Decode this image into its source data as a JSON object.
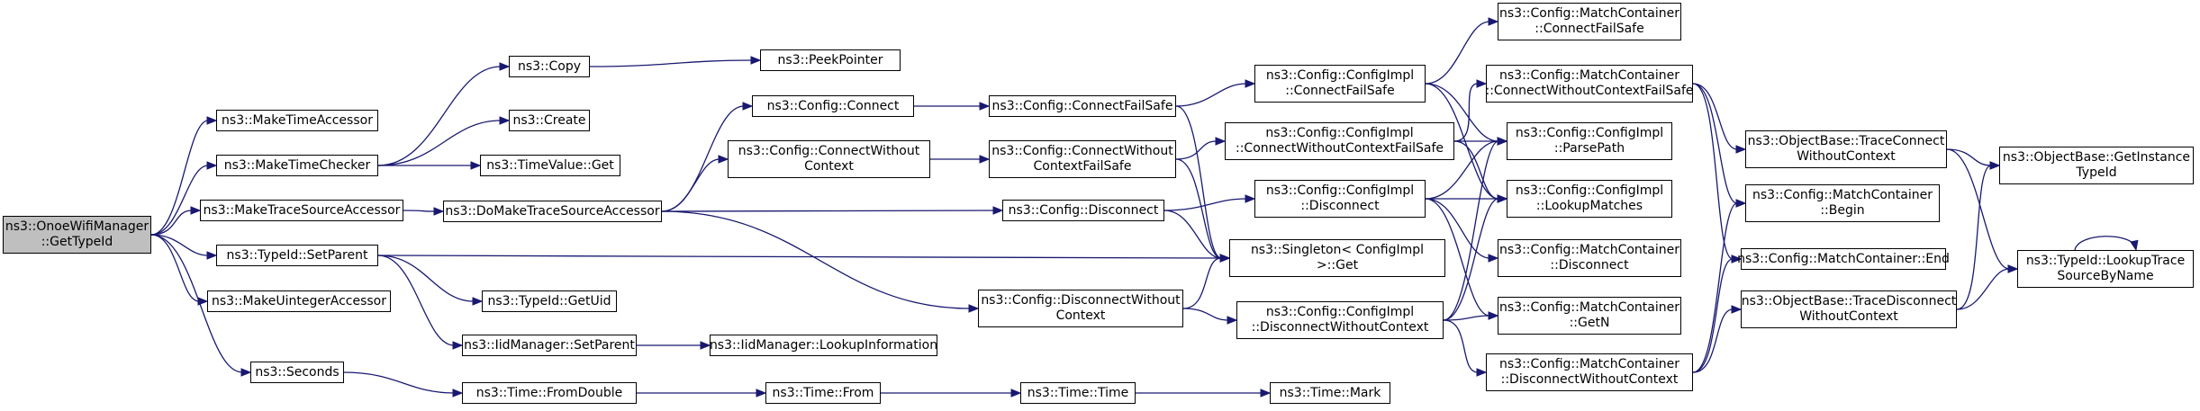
{
  "diagram": {
    "type": "call-graph",
    "edge_color": "#191970",
    "root_fill": "#bfbfbf",
    "nodes": [
      {
        "id": "root",
        "label": "ns3::OnoeWifiManager\n::GetTypeId",
        "root": true
      },
      {
        "id": "makeTimeAccessor",
        "label": "ns3::MakeTimeAccessor"
      },
      {
        "id": "makeTimeChecker",
        "label": "ns3::MakeTimeChecker"
      },
      {
        "id": "makeTraceSourceAccessor",
        "label": "ns3::MakeTraceSourceAccessor"
      },
      {
        "id": "typeIdSetParent",
        "label": "ns3::TypeId::SetParent"
      },
      {
        "id": "makeUintegerAccessor",
        "label": "ns3::MakeUintegerAccessor"
      },
      {
        "id": "seconds",
        "label": "ns3::Seconds"
      },
      {
        "id": "copy",
        "label": "ns3::Copy"
      },
      {
        "id": "create",
        "label": "ns3::Create"
      },
      {
        "id": "timeValueGet",
        "label": "ns3::TimeValue::Get"
      },
      {
        "id": "doMakeTraceSourceAccessor",
        "label": "ns3::DoMakeTraceSourceAccessor"
      },
      {
        "id": "typeIdGetUid",
        "label": "ns3::TypeId::GetUid"
      },
      {
        "id": "iidSetParent",
        "label": "ns3::IidManager::SetParent"
      },
      {
        "id": "timeFromDouble",
        "label": "ns3::Time::FromDouble"
      },
      {
        "id": "peekPointer",
        "label": "ns3::PeekPointer"
      },
      {
        "id": "configConnect",
        "label": "ns3::Config::Connect"
      },
      {
        "id": "configConnectWithoutContext",
        "label": "ns3::Config::ConnectWithout\nContext"
      },
      {
        "id": "iidLookupInformation",
        "label": "ns3::IidManager::LookupInformation"
      },
      {
        "id": "timeFrom",
        "label": "ns3::Time::From"
      },
      {
        "id": "configConnectFailSafe",
        "label": "ns3::Config::ConnectFailSafe"
      },
      {
        "id": "configConnectWithoutContextFailSafe",
        "label": "ns3::Config::ConnectWithout\nContextFailSafe"
      },
      {
        "id": "configDisconnect",
        "label": "ns3::Config::Disconnect"
      },
      {
        "id": "configDisconnectWithoutContext",
        "label": "ns3::Config::DisconnectWithout\nContext"
      },
      {
        "id": "timeTime",
        "label": "ns3::Time::Time"
      },
      {
        "id": "implConnectFailSafe",
        "label": "ns3::Config::ConfigImpl\n::ConnectFailSafe"
      },
      {
        "id": "implConnectWithoutContextFailSafe",
        "label": "ns3::Config::ConfigImpl\n::ConnectWithoutContextFailSafe"
      },
      {
        "id": "implDisconnect",
        "label": "ns3::Config::ConfigImpl\n::Disconnect"
      },
      {
        "id": "singletonGet",
        "label": "ns3::Singleton< ConfigImpl\n>::Get"
      },
      {
        "id": "implDisconnectWithoutContext",
        "label": "ns3::Config::ConfigImpl\n::DisconnectWithoutContext"
      },
      {
        "id": "timeMark",
        "label": "ns3::Time::Mark"
      },
      {
        "id": "mcConnectFailSafe",
        "label": "ns3::Config::MatchContainer\n::ConnectFailSafe"
      },
      {
        "id": "mcConnectWithoutContextFailSafe",
        "label": "ns3::Config::MatchContainer\n::ConnectWithoutContextFailSafe"
      },
      {
        "id": "implParsePath",
        "label": "ns3::Config::ConfigImpl\n::ParsePath"
      },
      {
        "id": "implLookupMatches",
        "label": "ns3::Config::ConfigImpl\n::LookupMatches"
      },
      {
        "id": "mcDisconnect",
        "label": "ns3::Config::MatchContainer\n::Disconnect"
      },
      {
        "id": "mcGetN",
        "label": "ns3::Config::MatchContainer\n::GetN"
      },
      {
        "id": "mcDisconnectWithoutContext",
        "label": "ns3::Config::MatchContainer\n::DisconnectWithoutContext"
      },
      {
        "id": "obTraceConnectWithoutContext",
        "label": "ns3::ObjectBase::TraceConnect\nWithoutContext"
      },
      {
        "id": "mcBegin",
        "label": "ns3::Config::MatchContainer\n::Begin"
      },
      {
        "id": "mcEnd",
        "label": "ns3::Config::MatchContainer::End"
      },
      {
        "id": "obTraceDisconnectWithoutContext",
        "label": "ns3::ObjectBase::TraceDisconnect\nWithoutContext"
      },
      {
        "id": "obGetInstanceTypeId",
        "label": "ns3::ObjectBase::GetInstance\nTypeId"
      },
      {
        "id": "typeIdLookupTraceSourceByName",
        "label": "ns3::TypeId::LookupTrace\nSourceByName"
      }
    ],
    "edges": [
      [
        "root",
        "makeTimeAccessor"
      ],
      [
        "root",
        "makeTimeChecker"
      ],
      [
        "root",
        "makeTraceSourceAccessor"
      ],
      [
        "root",
        "typeIdSetParent"
      ],
      [
        "root",
        "makeUintegerAccessor"
      ],
      [
        "root",
        "seconds"
      ],
      [
        "makeTimeChecker",
        "copy"
      ],
      [
        "makeTimeChecker",
        "create"
      ],
      [
        "makeTimeChecker",
        "timeValueGet"
      ],
      [
        "copy",
        "peekPointer"
      ],
      [
        "makeTraceSourceAccessor",
        "doMakeTraceSourceAccessor"
      ],
      [
        "doMakeTraceSourceAccessor",
        "configConnect"
      ],
      [
        "doMakeTraceSourceAccessor",
        "configConnectWithoutContext"
      ],
      [
        "doMakeTraceSourceAccessor",
        "configDisconnect"
      ],
      [
        "doMakeTraceSourceAccessor",
        "configDisconnectWithoutContext"
      ],
      [
        "typeIdSetParent",
        "typeIdGetUid"
      ],
      [
        "typeIdSetParent",
        "iidSetParent"
      ],
      [
        "typeIdSetParent",
        "singletonGet"
      ],
      [
        "iidSetParent",
        "iidLookupInformation"
      ],
      [
        "seconds",
        "timeFromDouble"
      ],
      [
        "timeFromDouble",
        "timeFrom"
      ],
      [
        "timeFrom",
        "timeTime"
      ],
      [
        "timeTime",
        "timeMark"
      ],
      [
        "configConnect",
        "configConnectFailSafe"
      ],
      [
        "configConnectWithoutContext",
        "configConnectWithoutContextFailSafe"
      ],
      [
        "configConnectFailSafe",
        "implConnectFailSafe"
      ],
      [
        "configConnectFailSafe",
        "singletonGet"
      ],
      [
        "configConnectWithoutContextFailSafe",
        "implConnectWithoutContextFailSafe"
      ],
      [
        "configConnectWithoutContextFailSafe",
        "singletonGet"
      ],
      [
        "configDisconnect",
        "implDisconnect"
      ],
      [
        "configDisconnect",
        "singletonGet"
      ],
      [
        "configDisconnectWithoutContext",
        "singletonGet"
      ],
      [
        "configDisconnectWithoutContext",
        "implDisconnectWithoutContext"
      ],
      [
        "implConnectFailSafe",
        "mcConnectFailSafe"
      ],
      [
        "implConnectFailSafe",
        "implParsePath"
      ],
      [
        "implConnectFailSafe",
        "implLookupMatches"
      ],
      [
        "implConnectWithoutContextFailSafe",
        "mcConnectWithoutContextFailSafe"
      ],
      [
        "implConnectWithoutContextFailSafe",
        "implParsePath"
      ],
      [
        "implConnectWithoutContextFailSafe",
        "implLookupMatches"
      ],
      [
        "implDisconnect",
        "implParsePath"
      ],
      [
        "implDisconnect",
        "implLookupMatches"
      ],
      [
        "implDisconnect",
        "mcDisconnect"
      ],
      [
        "implDisconnect",
        "mcGetN"
      ],
      [
        "implDisconnectWithoutContext",
        "implParsePath"
      ],
      [
        "implDisconnectWithoutContext",
        "implLookupMatches"
      ],
      [
        "implDisconnectWithoutContext",
        "mcGetN"
      ],
      [
        "implDisconnectWithoutContext",
        "mcDisconnectWithoutContext"
      ],
      [
        "mcConnectWithoutContextFailSafe",
        "obTraceConnectWithoutContext"
      ],
      [
        "mcConnectWithoutContextFailSafe",
        "mcBegin"
      ],
      [
        "mcConnectWithoutContextFailSafe",
        "mcEnd"
      ],
      [
        "mcDisconnectWithoutContext",
        "mcBegin"
      ],
      [
        "mcDisconnectWithoutContext",
        "mcEnd"
      ],
      [
        "mcDisconnectWithoutContext",
        "obTraceDisconnectWithoutContext"
      ],
      [
        "obTraceConnectWithoutContext",
        "obGetInstanceTypeId"
      ],
      [
        "obTraceConnectWithoutContext",
        "typeIdLookupTraceSourceByName"
      ],
      [
        "obTraceDisconnectWithoutContext",
        "obGetInstanceTypeId"
      ],
      [
        "obTraceDisconnectWithoutContext",
        "typeIdLookupTraceSourceByName"
      ],
      [
        "typeIdLookupTraceSourceByName",
        "typeIdLookupTraceSourceByName"
      ]
    ]
  }
}
